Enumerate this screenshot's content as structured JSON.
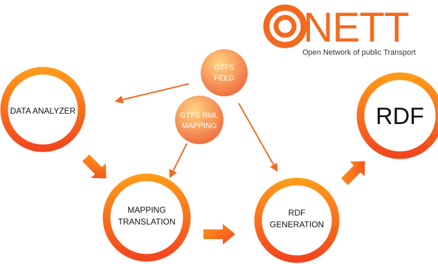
{
  "logo": {
    "letter_o": "O",
    "word_rest": "NETT",
    "tagline": "Open Network of public Transport"
  },
  "inputs": {
    "gtfs_feed": [
      "GTFS",
      "FEED"
    ],
    "gtfs_rml_mapping": [
      "GTFS RML",
      "MAPPING"
    ]
  },
  "stages": {
    "data_analyzer": [
      "DATA ANALYZER"
    ],
    "mapping_translation": [
      "MAPPING",
      "TRANSLATION"
    ],
    "rdf_generation": [
      "RDF",
      "GENERATION"
    ],
    "rdf_output": [
      "RDF"
    ]
  },
  "colors": {
    "ring_outer": "#ff8a1a",
    "ring_inner": "#f4511e",
    "bubble_light": "#ffd07a",
    "bubble_dark": "#f06a3a",
    "arrow": "#f26a1f"
  }
}
